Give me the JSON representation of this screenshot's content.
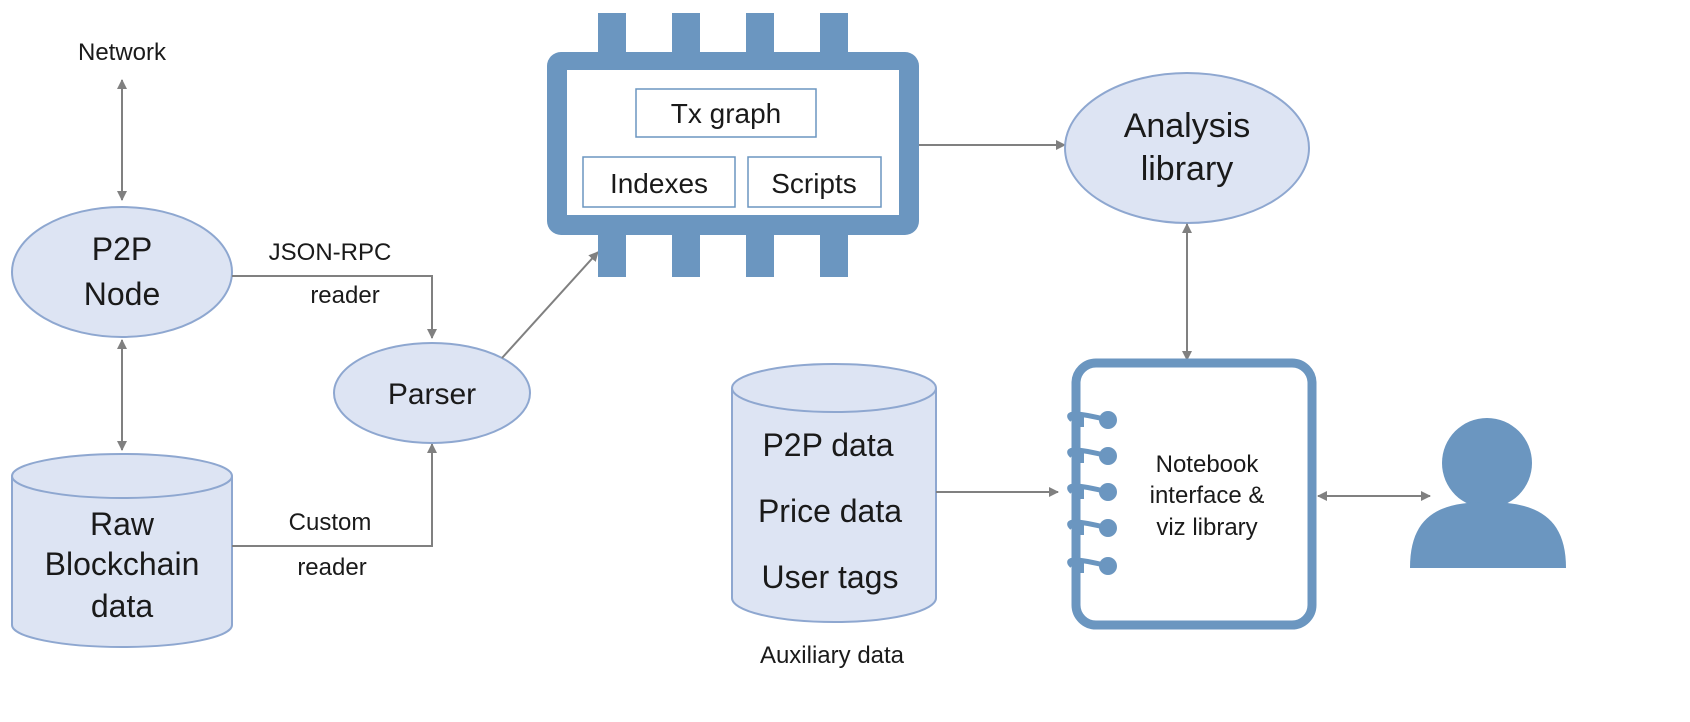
{
  "nodes": {
    "network": "Network",
    "p2p_node": [
      "P2P",
      "Node"
    ],
    "raw_blockchain": [
      "Raw",
      "Blockchain",
      "data"
    ],
    "jsonrpc_reader": [
      "JSON-RPC",
      "reader"
    ],
    "custom_reader": [
      "Custom",
      "reader"
    ],
    "parser": "Parser",
    "tx_graph": "Tx graph",
    "indexes": "Indexes",
    "scripts": "Scripts",
    "analysis_library": [
      "Analysis",
      "library"
    ],
    "auxiliary": [
      "P2P data",
      "Price data",
      "User tags"
    ],
    "auxiliary_caption": "Auxiliary data",
    "notebook": [
      "Notebook",
      "interface &",
      "viz library"
    ]
  },
  "colors": {
    "node_fill": "#dde4f3",
    "node_stroke": "#8ea7d0",
    "chip_blue": "#6b96c0",
    "arrow_gray": "#808080"
  },
  "icons": {
    "user": "user-icon",
    "notebook": "notebook-icon",
    "memory_chip": "memory-chip-icon",
    "database": "database-icon"
  }
}
